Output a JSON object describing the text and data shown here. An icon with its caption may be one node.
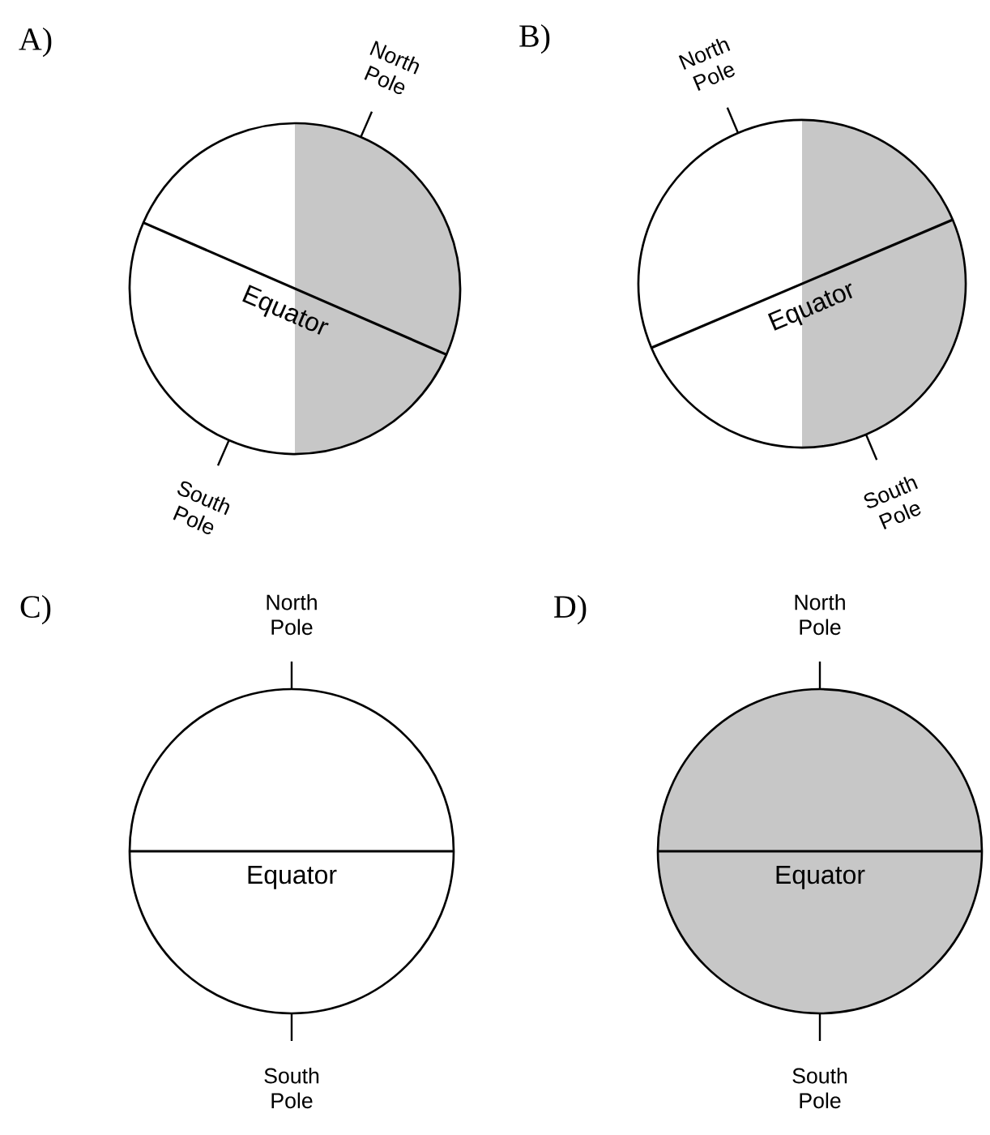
{
  "diagram": {
    "nodes": [
      {
        "text": [
          "Equator"
        ],
        "beside": [
          "North Pole",
          "South Pole"
        ]
      },
      {
        "text": [
          "Equator"
        ],
        "beside": [
          "North Pole",
          "South Pole"
        ]
      },
      {
        "text": [
          "Equator"
        ],
        "beside": [
          "North Pole",
          "South Pole"
        ]
      },
      {
        "text": [
          "Equator"
        ],
        "beside": [
          "North Pole",
          "South Pole"
        ]
      }
    ],
    "labels": [
      "A)",
      "B)",
      "C)",
      "D)"
    ]
  }
}
